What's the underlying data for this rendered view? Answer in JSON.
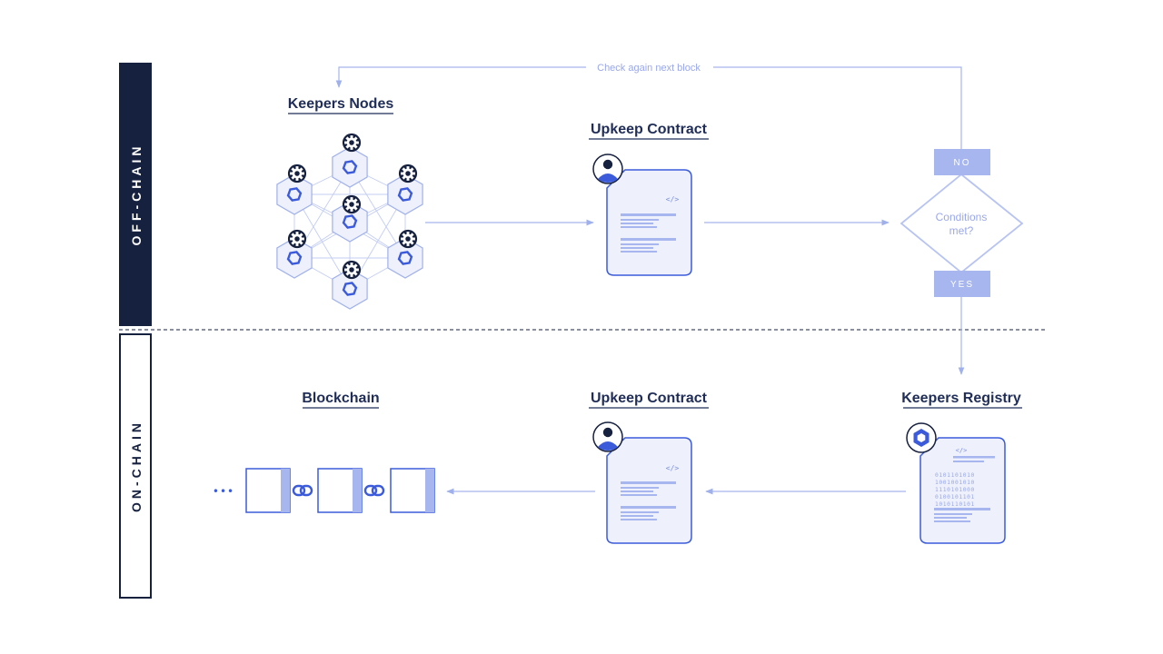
{
  "lanes": {
    "off_chain": "OFF-CHAIN",
    "on_chain": "ON-CHAIN"
  },
  "loop_label": "Check again next block",
  "keepers_nodes": {
    "title": "Keepers Nodes"
  },
  "upkeep_top": {
    "title": "Upkeep Contract",
    "code_tag": "</>"
  },
  "decision": {
    "no": "NO",
    "text_line1": "Conditions",
    "text_line2": "met?",
    "yes": "YES"
  },
  "registry": {
    "title": "Keepers Registry",
    "code_tag": "</>",
    "binary": [
      "0101101010",
      "1001001010",
      "1110101000",
      "0100101101",
      "1010110101"
    ]
  },
  "upkeep_bottom": {
    "title": "Upkeep Contract",
    "code_tag": "</>"
  },
  "blockchain": {
    "title": "Blockchain",
    "ellipsis": "•••"
  },
  "colors": {
    "navy": "#16203f",
    "accent": "#3b5bdb",
    "light_blue": "#a7b6ef",
    "fill_blue": "#e9edfb",
    "line": "#a8b5ec"
  }
}
